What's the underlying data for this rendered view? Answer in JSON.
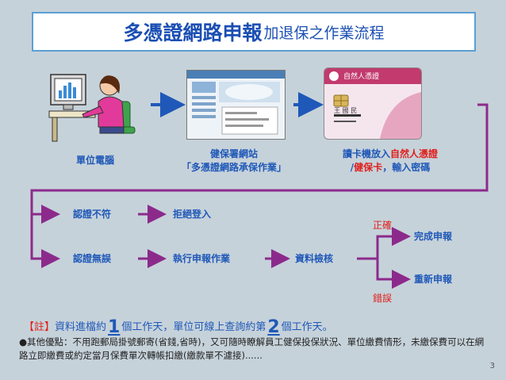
{
  "title": {
    "main": "多憑證網路申報",
    "sub": "加退保之作業流程"
  },
  "steps": {
    "computer": "單位電腦",
    "website_line1": "健保署網站",
    "website_line2": "「多憑證網路承保作業」",
    "card_pre": "讀卡機放入",
    "card_red1": "自然人憑證",
    "card_slash": "/",
    "card_red2": "健保卡",
    "card_post": "，輸入密碼"
  },
  "card_image": {
    "title": "自然人憑證",
    "name": "王 國 民"
  },
  "flow": {
    "fail": "認證不符",
    "reject": "拒絕登入",
    "pass": "認證無誤",
    "execute": "執行申報作業",
    "verify": "資料檢核",
    "correct": "正確",
    "complete": "完成申報",
    "resubmit": "重新申報",
    "error": "錯誤"
  },
  "note": {
    "prefix": "【註】",
    "text1": "資料進檔約",
    "num1": "1",
    "text2": "個工作天，單位可線上查詢約第",
    "num2": "2",
    "text3": "個工作天。"
  },
  "bottom_text": "●其他優點：不用跑郵局掛號郵寄(省錢,省時)，又可隨時瞭解員工健保投保狀況、單位繳費情形，未繳保費可以在網路立即繳費或約定當月保費單次轉帳扣繳(繳款單不濾接)......",
  "page_number": "3",
  "colors": {
    "accent": "#1f58b8",
    "arrow": "#8c2a8c",
    "red": "#e0201b",
    "green": "#33a43c"
  }
}
